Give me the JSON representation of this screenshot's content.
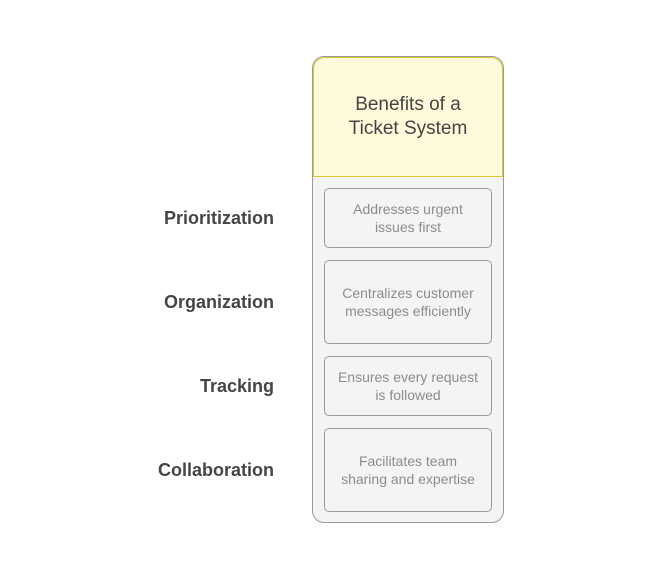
{
  "title": "Benefits of a Ticket System",
  "items": [
    {
      "label": "Prioritization",
      "description": "Addresses urgent issues first"
    },
    {
      "label": "Organization",
      "description": "Centralizes customer messages efficiently"
    },
    {
      "label": "Tracking",
      "description": "Ensures every request is followed"
    },
    {
      "label": "Collaboration",
      "description": "Facilitates team sharing and expertise"
    }
  ]
}
